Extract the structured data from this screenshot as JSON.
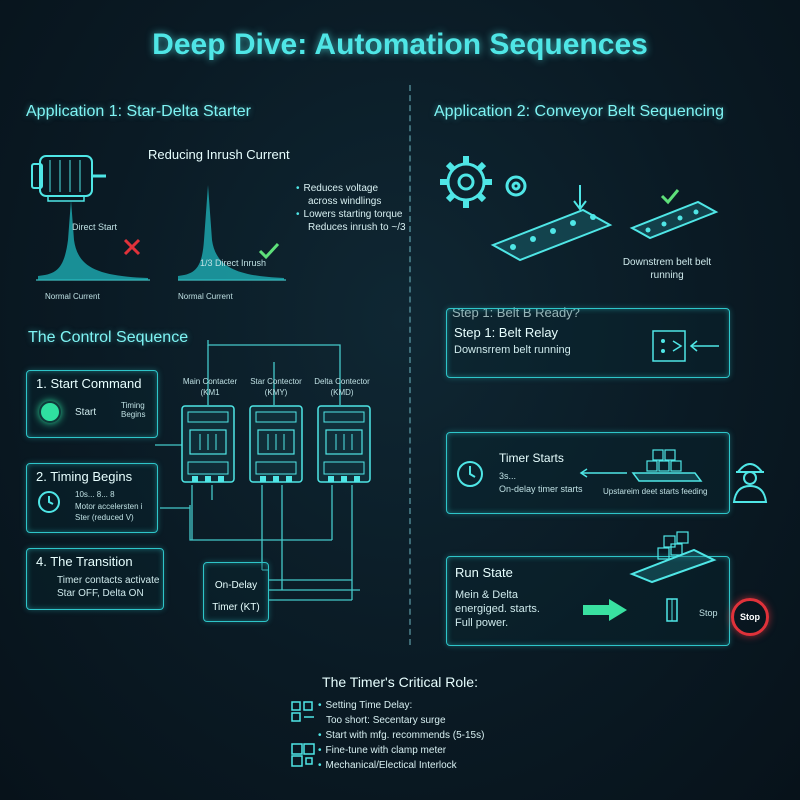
{
  "title": "Deep Dive: Automation Sequences",
  "app1": {
    "heading": "Application 1: Star-Delta Starter",
    "inrush_title": "Reducing Inrush Current",
    "direct_start": "Direct Start",
    "direct_inrush": "1/3 Direct Inrush",
    "normal_current_1": "Normal Current",
    "normal_current_2": "Normal Current",
    "bullets": [
      "Reduces voltage",
      "across windlings",
      "Lowers starting torque",
      "Reduces inrush to ~/3"
    ],
    "control_sequence": "The Control Sequence",
    "step1_title": "1.  Start Command",
    "step1_start": "Start",
    "step1_timing": "Timing\nBegins",
    "step2_title": "2.  Timing Begins",
    "step2_line1": "10s... 8... 8",
    "step2_line2": "Motor accelersten i",
    "step2_line3": "Ster (reduced V)",
    "step4_title": "4.  The Transition",
    "step4_line1": "Timer contacts activate",
    "step4_line2": "Star OFF, Delta ON",
    "contactor1": "Main Contacter\n(KM1",
    "contactor2": "Star Contector\n(KMY)",
    "contactor3": "Delta Contector\n(KMD)",
    "timer_label": "On-Delay\nTimer (KT)"
  },
  "app2": {
    "heading": "Application 2: Conveyor Belt Sequencing",
    "downstream_label": "Downstrem belt belt\nrunning",
    "step1_header": "Step 1: Belt B Ready?",
    "step1_title": "Step 1: Belt Relay",
    "step1_sub": "Downsrrem belt running",
    "timer_title": "Timer Starts",
    "timer_3s": "3s...",
    "timer_sub": "On-delay timer starts",
    "upstream_label": "Upstareim deet starts feeding",
    "run_title": "Run State",
    "run_line1": "Mein & Delta",
    "run_line2": "energiged. starts.",
    "run_line3": "Full power.",
    "stop_label": "Stop",
    "stop_button": "Stop"
  },
  "timer_role": {
    "title": "The Timer's Critical Role:",
    "items": [
      "Setting Time Delay:",
      "Too short: Secentary surge",
      "Start with mfg. recommends (5-15s)",
      "Fine-tune with clamp meter",
      "Mechanical/Electical Interlock"
    ]
  },
  "colors": {
    "accent": "#4fe6e6",
    "ok": "#5ee07a",
    "bad": "#e0323a",
    "arrow": "#39e0a0"
  }
}
